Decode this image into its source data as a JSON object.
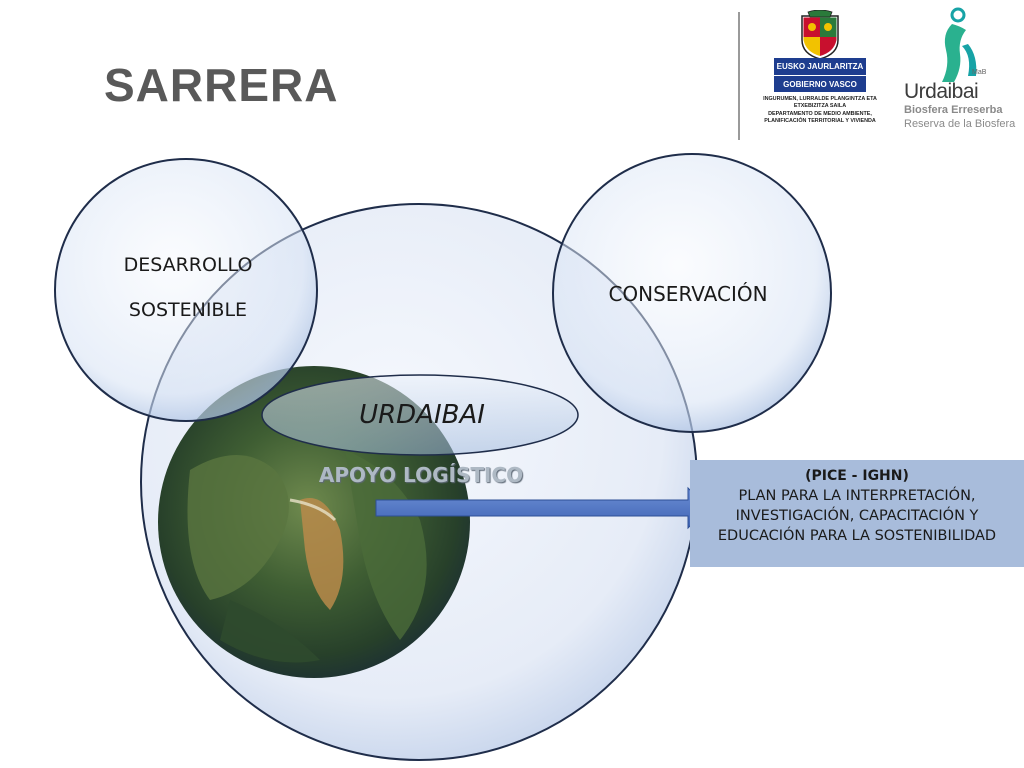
{
  "slide": {
    "title": "SARRERA"
  },
  "logos": {
    "gov_line1": "EUSKO JAURLARITZA",
    "gov_line2": "GOBIERNO VASCO",
    "gov_dept_eu": "INGURUMEN, LURRALDE PLANGINTZA ETA ETXEBIZITZA SAILA",
    "gov_dept_es": "DEPARTAMENTO DE MEDIO AMBIENTE, PLANIFICACIÓN TERRITORIAL Y VIVIENDA",
    "urdaibai_name": "Urdaibai",
    "urdaibai_mab": "MaB",
    "urdaibai_sub_eu": "Biosfera Erreserba",
    "urdaibai_sub_es": "Reserva de la Biosfera"
  },
  "diagram": {
    "circle_development_line1": "DESARROLLO",
    "circle_development_line2": "SOSTENIBLE",
    "circle_conservation": "CONSERVACIÓN",
    "center_label": "URDAIBAI",
    "logistic_label": "APOYO LOGÍSTICO"
  },
  "plan_box": {
    "code": "(PICE - IGHN)",
    "line1": "PLAN PARA LA INTERPRETACIÓN,",
    "line2": "INVESTIGACIÓN, CAPACITACIÓN Y",
    "line3": "EDUCACIÓN PARA LA SOSTENIBILIDAD"
  },
  "colors": {
    "title": "#595959",
    "circle_fill": "#e6ecf7",
    "circle_border": "#1f2d4a",
    "arrow": "#4a6fbe",
    "plan_box": "#a8bcdb"
  }
}
